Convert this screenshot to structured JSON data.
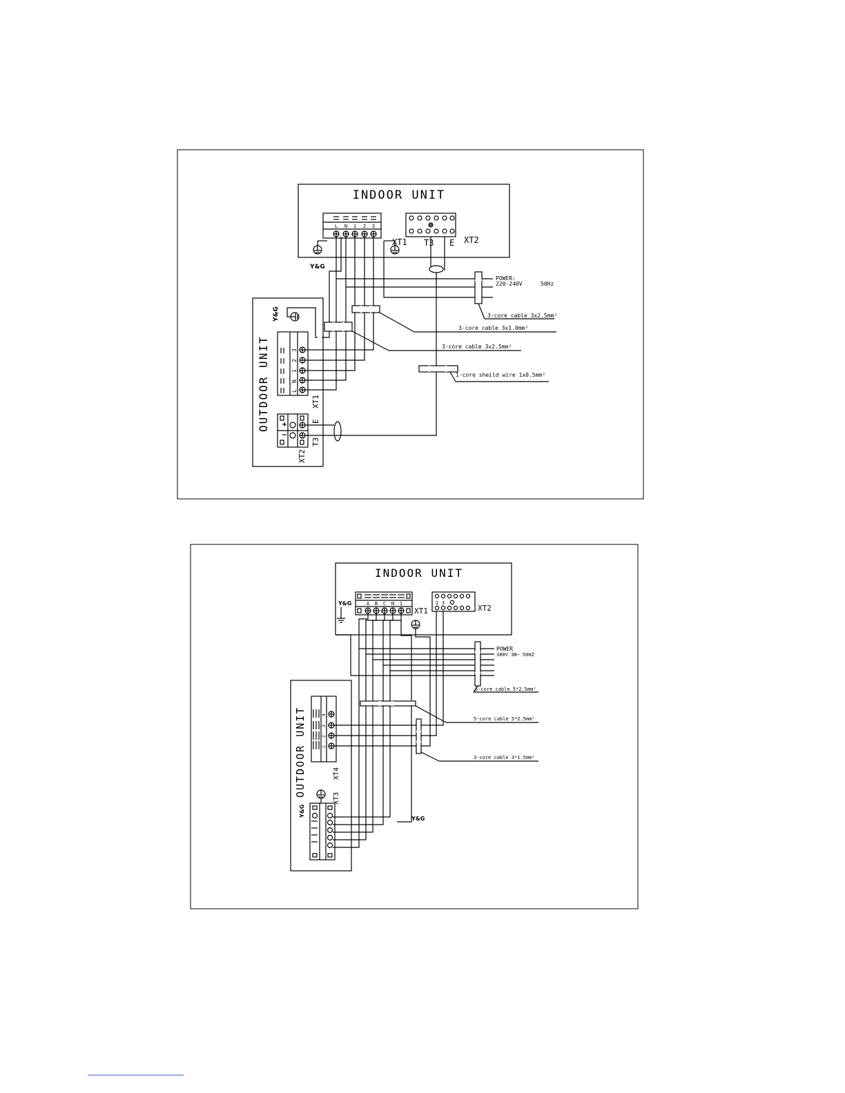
{
  "diagram1": {
    "indoor_unit_title": "INDOOR UNIT",
    "outdoor_unit_title": "OUTDOOR UNIT",
    "indoor_xt1_terminals": [
      "L",
      "N",
      "1",
      "2",
      "3"
    ],
    "indoor_xt1_label": "XT1",
    "indoor_xt2_label": "XT2",
    "indoor_t3_label": "T3",
    "indoor_e_label": "E",
    "ground_label": "Y&G",
    "outdoor_ground_label": "Y&G",
    "outdoor_xt1_terminals": [
      "L",
      "N",
      "1",
      "2",
      "3"
    ],
    "outdoor_xt1_label": "XT1",
    "outdoor_xt2_label": "XT2",
    "outdoor_t3_label": "T3",
    "outdoor_e_label": "E",
    "power_label": "POWER:",
    "power_spec": "220-240V",
    "power_freq": "50Hz",
    "cable_power": "3-core cable 3x2.5mm²",
    "cable_signal": "3-core cable 3x1.0mm²",
    "cable_connect": "3-core cable 3x2.5mm²",
    "cable_shield": "1-core sheild wire 1x0.5mm²"
  },
  "diagram2": {
    "indoor_unit_title": "INDOOR UNIT",
    "outdoor_unit_title": "OUTDOOR UNIT",
    "indoor_xt1_terminals": [
      "A",
      "B",
      "C",
      "N",
      "1"
    ],
    "indoor_xt1_label": "XT1",
    "indoor_xt2_label": "XT2",
    "indoor_xt2_terminals": [
      "2",
      "3"
    ],
    "ground_label": "Y&G",
    "outdoor_ground_label": "Y&G",
    "bottom_ground_label": "Y&G",
    "outdoor_xt4_terminals": [
      "1",
      "2",
      "3",
      "4"
    ],
    "outdoor_xt4_label": "XT4",
    "outdoor_xt3_label": "XT3",
    "power_label": "POWER",
    "power_spec": "380V 3N~ 50HZ",
    "cable_power": "5-core cable 5*2.5mm²",
    "cable_connect": "5-core cable 5*2.5mm²",
    "cable_signal": "3-core cable 3*1.5mm²"
  }
}
